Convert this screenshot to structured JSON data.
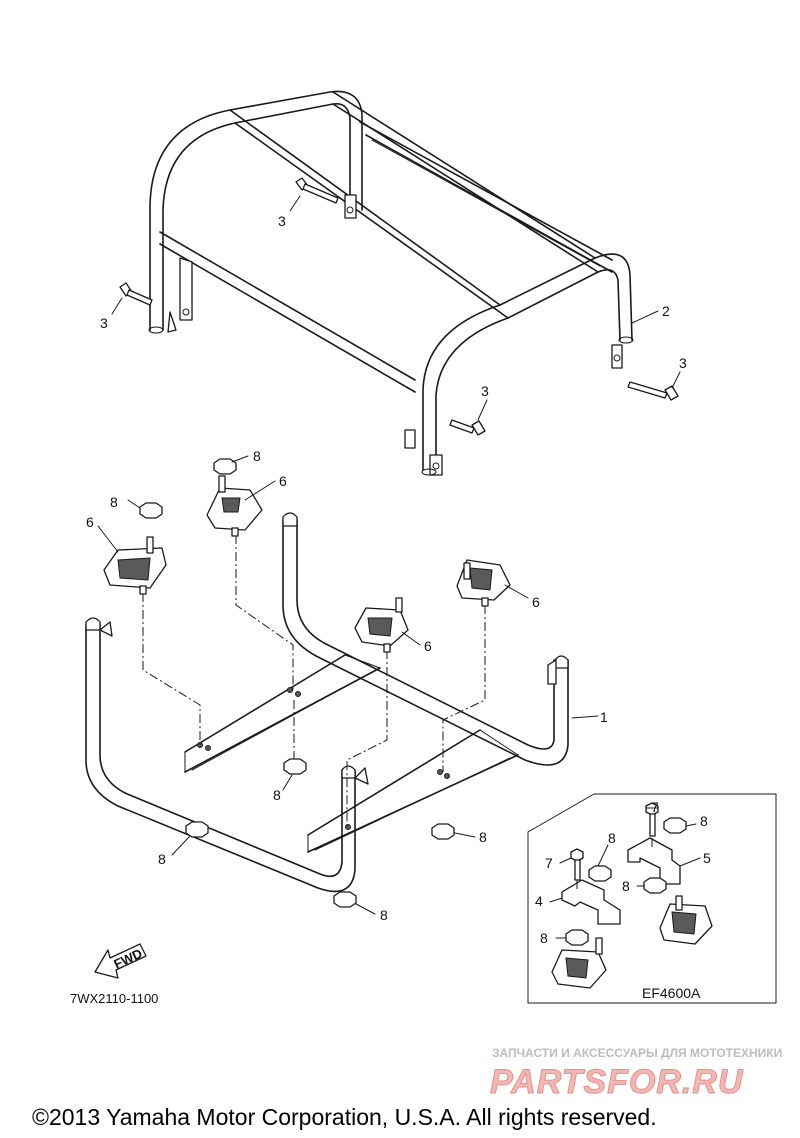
{
  "callouts": {
    "p1": "1",
    "p2": "2",
    "p3": "3",
    "p4": "4",
    "p5": "5",
    "p6": "6",
    "p7": "7",
    "p8": "8"
  },
  "fwd_arrow_label": "FWD",
  "diagram_code": "7WX2110-1100",
  "inset_model": "EF4600A",
  "watermark": {
    "tagline": "ЗАПЧАСТИ И АКСЕССУАРЫ ДЛЯ МОТОТЕХНИКИ",
    "brand": "PARTSFOR.RU"
  },
  "copyright": "©2013 Yamaha Motor Corporation, U.S.A. All rights reserved."
}
